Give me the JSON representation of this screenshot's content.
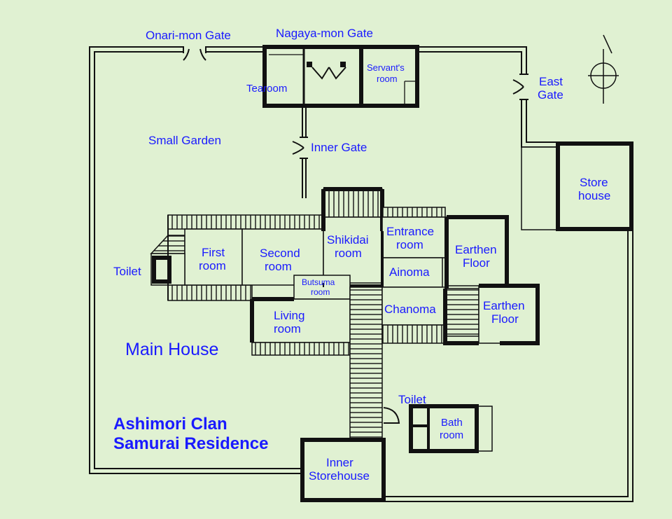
{
  "colors": {
    "background": "#e0f1d2",
    "label": "#1a1aff",
    "walls": "#111111"
  },
  "title": {
    "line1": "Ashimori Clan",
    "line2": "Samurai Residence"
  },
  "main_house": "Main House",
  "gates": {
    "onari": "Onari-mon Gate",
    "nagaya": "Nagaya-mon Gate",
    "east_1": "East",
    "east_2": "Gate",
    "inner": "Inner Gate"
  },
  "areas": {
    "small_garden": "Small Garden"
  },
  "rooms": {
    "tearoom": "Tearoom",
    "servants_1": "Servant's",
    "servants_2": "room",
    "store_1": "Store",
    "store_2": "house",
    "first_1": "First",
    "first_2": "room",
    "second_1": "Second",
    "second_2": "room",
    "shikidai_1": "Shikidai",
    "shikidai_2": "room",
    "entrance_1": "Entrance",
    "entrance_2": "room",
    "earthen_a1": "Earthen",
    "earthen_a2": "Floor",
    "toilet_west": "Toilet",
    "ainoma": "Ainoma",
    "butsuma_1": "Butsuma",
    "butsuma_2": "room",
    "living_1": "Living",
    "living_2": "room",
    "chanoma": "Chanoma",
    "earthen_b1": "Earthen",
    "earthen_b2": "Floor",
    "toilet_south": "Toilet",
    "bath_1": "Bath",
    "bath_2": "room",
    "inner_store_1": "Inner",
    "inner_store_2": "Storehouse"
  },
  "icons": {
    "compass": "compass-north-icon"
  }
}
